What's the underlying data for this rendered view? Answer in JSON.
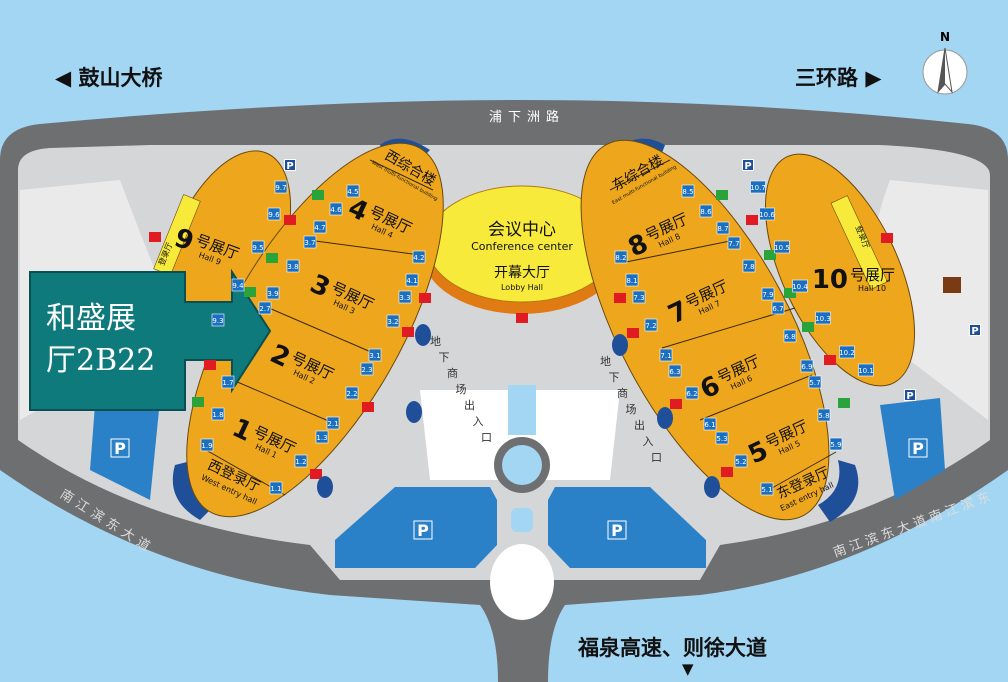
{
  "directions": {
    "west_bridge": "鼓山大桥",
    "east_road": "三环路",
    "top_road": "浦下洲路",
    "south_road": "福泉高速、则徐大道",
    "bottom_road_left": "南江滨东大道",
    "bottom_road_right": "南江滨东大道南江滨东",
    "left_arrow": "◀",
    "right_arrow": "▶",
    "down_arrow": "▼",
    "north": "N"
  },
  "callout": {
    "line1": "和盛展",
    "line2": "厅2B22",
    "color": "#0e7a7c"
  },
  "conference": {
    "cn": "会议中心",
    "en": "Conference center",
    "lobby_cn": "开幕大厅",
    "lobby_en": "Lobby Hall"
  },
  "halls": [
    {
      "num": "1",
      "cn": "号展厅",
      "en": "Hall 1"
    },
    {
      "num": "2",
      "cn": "号展厅",
      "en": "Hall 2"
    },
    {
      "num": "3",
      "cn": "号展厅",
      "en": "Hall 3"
    },
    {
      "num": "4",
      "cn": "号展厅",
      "en": "Hall 4"
    },
    {
      "num": "5",
      "cn": "号展厅",
      "en": "Hall 5"
    },
    {
      "num": "6",
      "cn": "号展厅",
      "en": "Hall 6"
    },
    {
      "num": "7",
      "cn": "号展厅",
      "en": "Hall 7"
    },
    {
      "num": "8",
      "cn": "号展厅",
      "en": "Hall 8"
    },
    {
      "num": "9",
      "cn": "号展厅",
      "en": "Hall 9"
    },
    {
      "num": "10",
      "cn": "号展厅",
      "en": "Hall 10"
    }
  ],
  "buildings": {
    "west_multi_cn": "西综合楼",
    "west_multi_en": "West multi-functional building",
    "east_multi_cn": "东综合楼",
    "east_multi_en": "East multi-functional building",
    "west_entry_cn": "西登录厅",
    "west_entry_en": "West entry hall",
    "east_entry_cn": "东登录厅",
    "east_entry_en": "East entry hall",
    "entry_small": "登录厅"
  },
  "underground": "地下商场出入口",
  "parking_label": "P",
  "gates": [
    "9.7",
    "9.6",
    "9.5",
    "9.4",
    "9.3",
    "4.5",
    "4.6",
    "4.7",
    "3.7",
    "3.8",
    "3.9",
    "2.7",
    "4.2",
    "4.1",
    "3.3",
    "3.2",
    "3.1",
    "2.3",
    "2.2",
    "2.1",
    "1.3",
    "1.2",
    "1.1",
    "1.7",
    "1.8",
    "1.9",
    "8.5",
    "8.6",
    "8.7",
    "7.7",
    "7.8",
    "7.9",
    "6.7",
    "6.8",
    "6.9",
    "5.7",
    "5.8",
    "5.9",
    "8.2",
    "8.1",
    "7.3",
    "7.2",
    "7.1",
    "6.3",
    "6.2",
    "6.1",
    "5.3",
    "5.2",
    "5.1",
    "10.7",
    "10.6",
    "10.5",
    "10.4",
    "10.3",
    "10.2",
    "10.1"
  ],
  "colors": {
    "sky": "#a3d6f3",
    "road": "#6e6f71",
    "plaza": "#d5d6d8",
    "hall": "#eea71c",
    "parking": "#2a81c8",
    "gate": "#1a6fc0",
    "yellow": "#f7ea3a"
  }
}
